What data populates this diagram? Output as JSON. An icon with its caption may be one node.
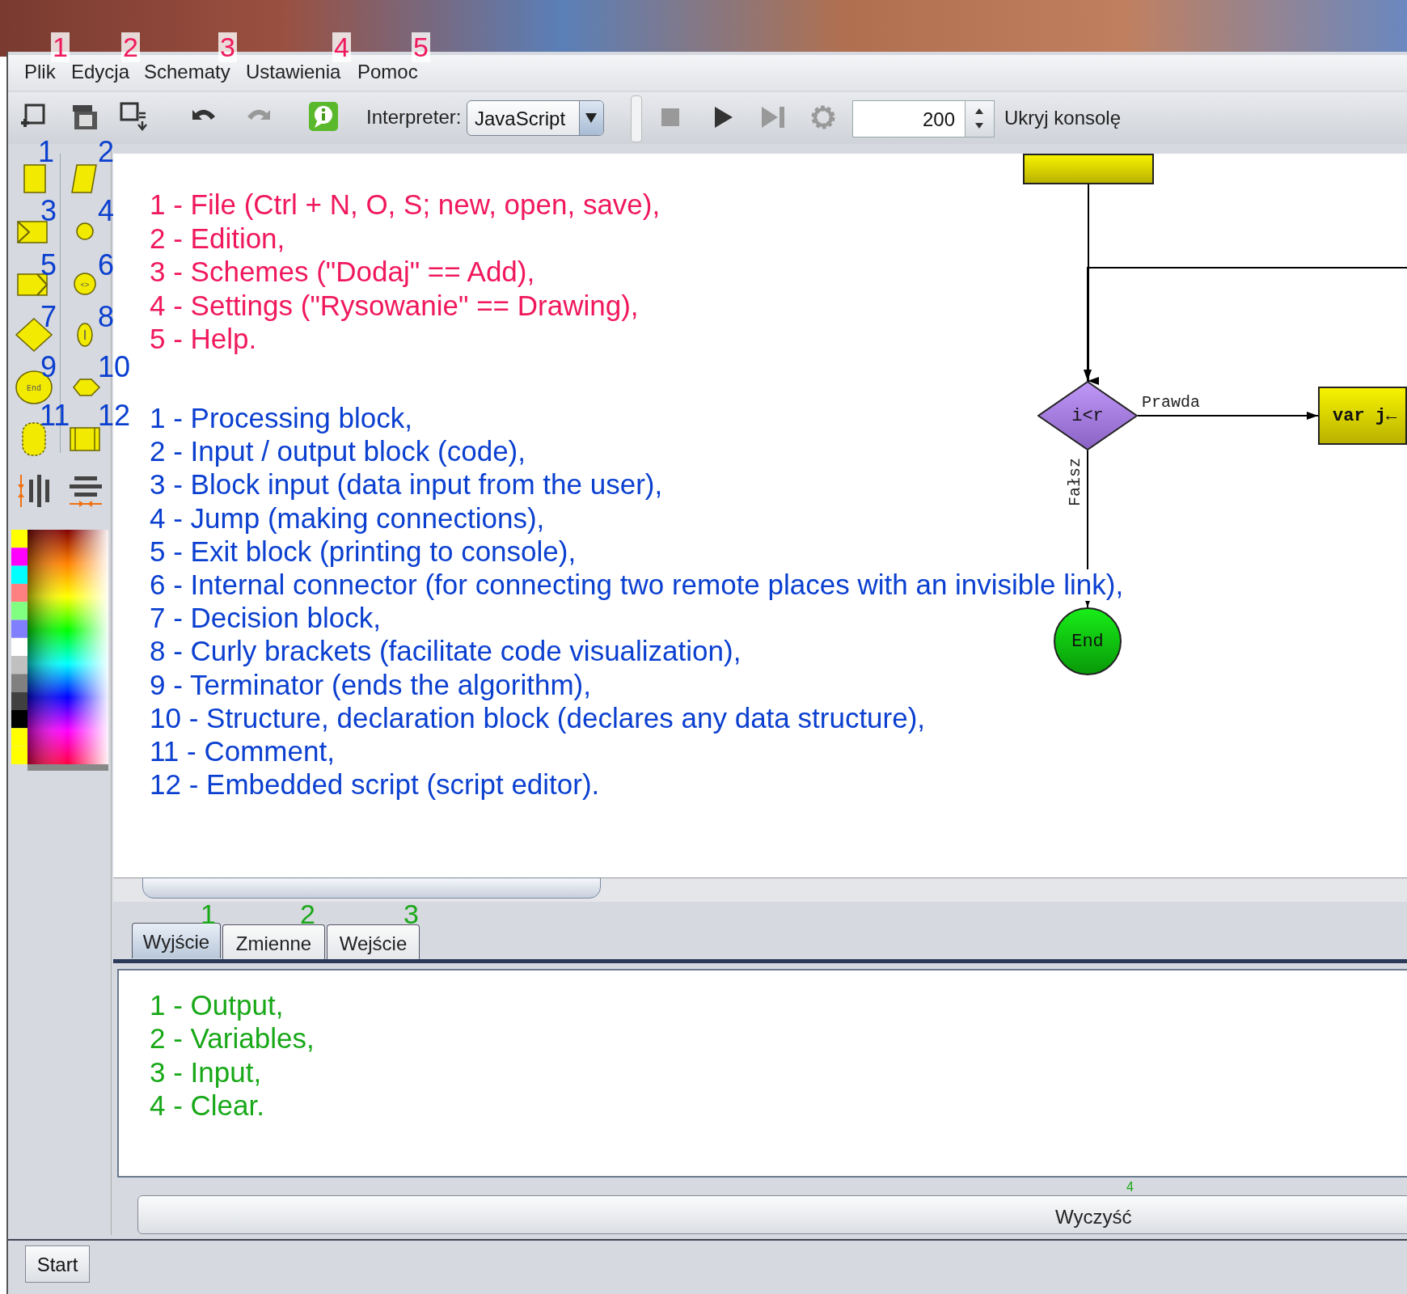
{
  "diagram": {
    "nodes": [
      {
        "text": [],
        "shape": "box"
      },
      {
        "text": [
          "i<r"
        ]
      },
      {
        "text": [
          "var j←"
        ]
      },
      {
        "text": [
          "End"
        ]
      }
    ],
    "edges": [
      {
        "from": 0,
        "to": 1,
        "arrow": "to"
      },
      {
        "from": null,
        "to": 1,
        "arrow": "to"
      },
      {
        "from": 1,
        "to": 2,
        "arrow": "to",
        "label": "Prawda"
      },
      {
        "from": 1,
        "to": 3,
        "arrow": "to",
        "label": "Fałsz"
      }
    ],
    "labels": [
      "1",
      "2",
      "3",
      "4",
      "5",
      "Plik",
      "Edycja",
      "Schematy",
      "Ustawienia",
      "Pomoc",
      "Interpreter:",
      "JavaScript",
      "200",
      "Ukryj konsolę",
      "1",
      "2",
      "3",
      "4",
      "5",
      "6",
      "7",
      "8",
      "9",
      "10",
      "11",
      "12",
      "<>",
      "End",
      "1 - File (Ctrl + N, O, S; new, open, save),",
      "2 - Edition,",
      "3 - Schemes (\"Dodaj\" == Add),",
      "4 - Settings (\"Rysowanie\" == Drawing),",
      "5 - Help.",
      "1 - Processing block,",
      "2 - Input / output block (code),",
      "3 - Block input (data input from the user),",
      "4 - Jump (making connections),",
      "5 - Exit block (printing to console),",
      "6 - Internal connector (for connecting two remote places with an invisible link),",
      "7 - Decision block,",
      "8 - Curly brackets (facilitate code visualization),",
      "9 - Terminator (ends the algorithm),",
      "10 - Structure, declaration block (declares any data structure),",
      "11 - Comment,",
      "12 - Embedded script (script editor).",
      "1",
      "2",
      "3",
      "Wyjście",
      "Zmienne",
      "Wejście",
      "1 - Output,",
      "2 - Variables,",
      "3 - Input,",
      "4 - Clear.",
      "4",
      "Wyczyść",
      "Start"
    ]
  }
}
